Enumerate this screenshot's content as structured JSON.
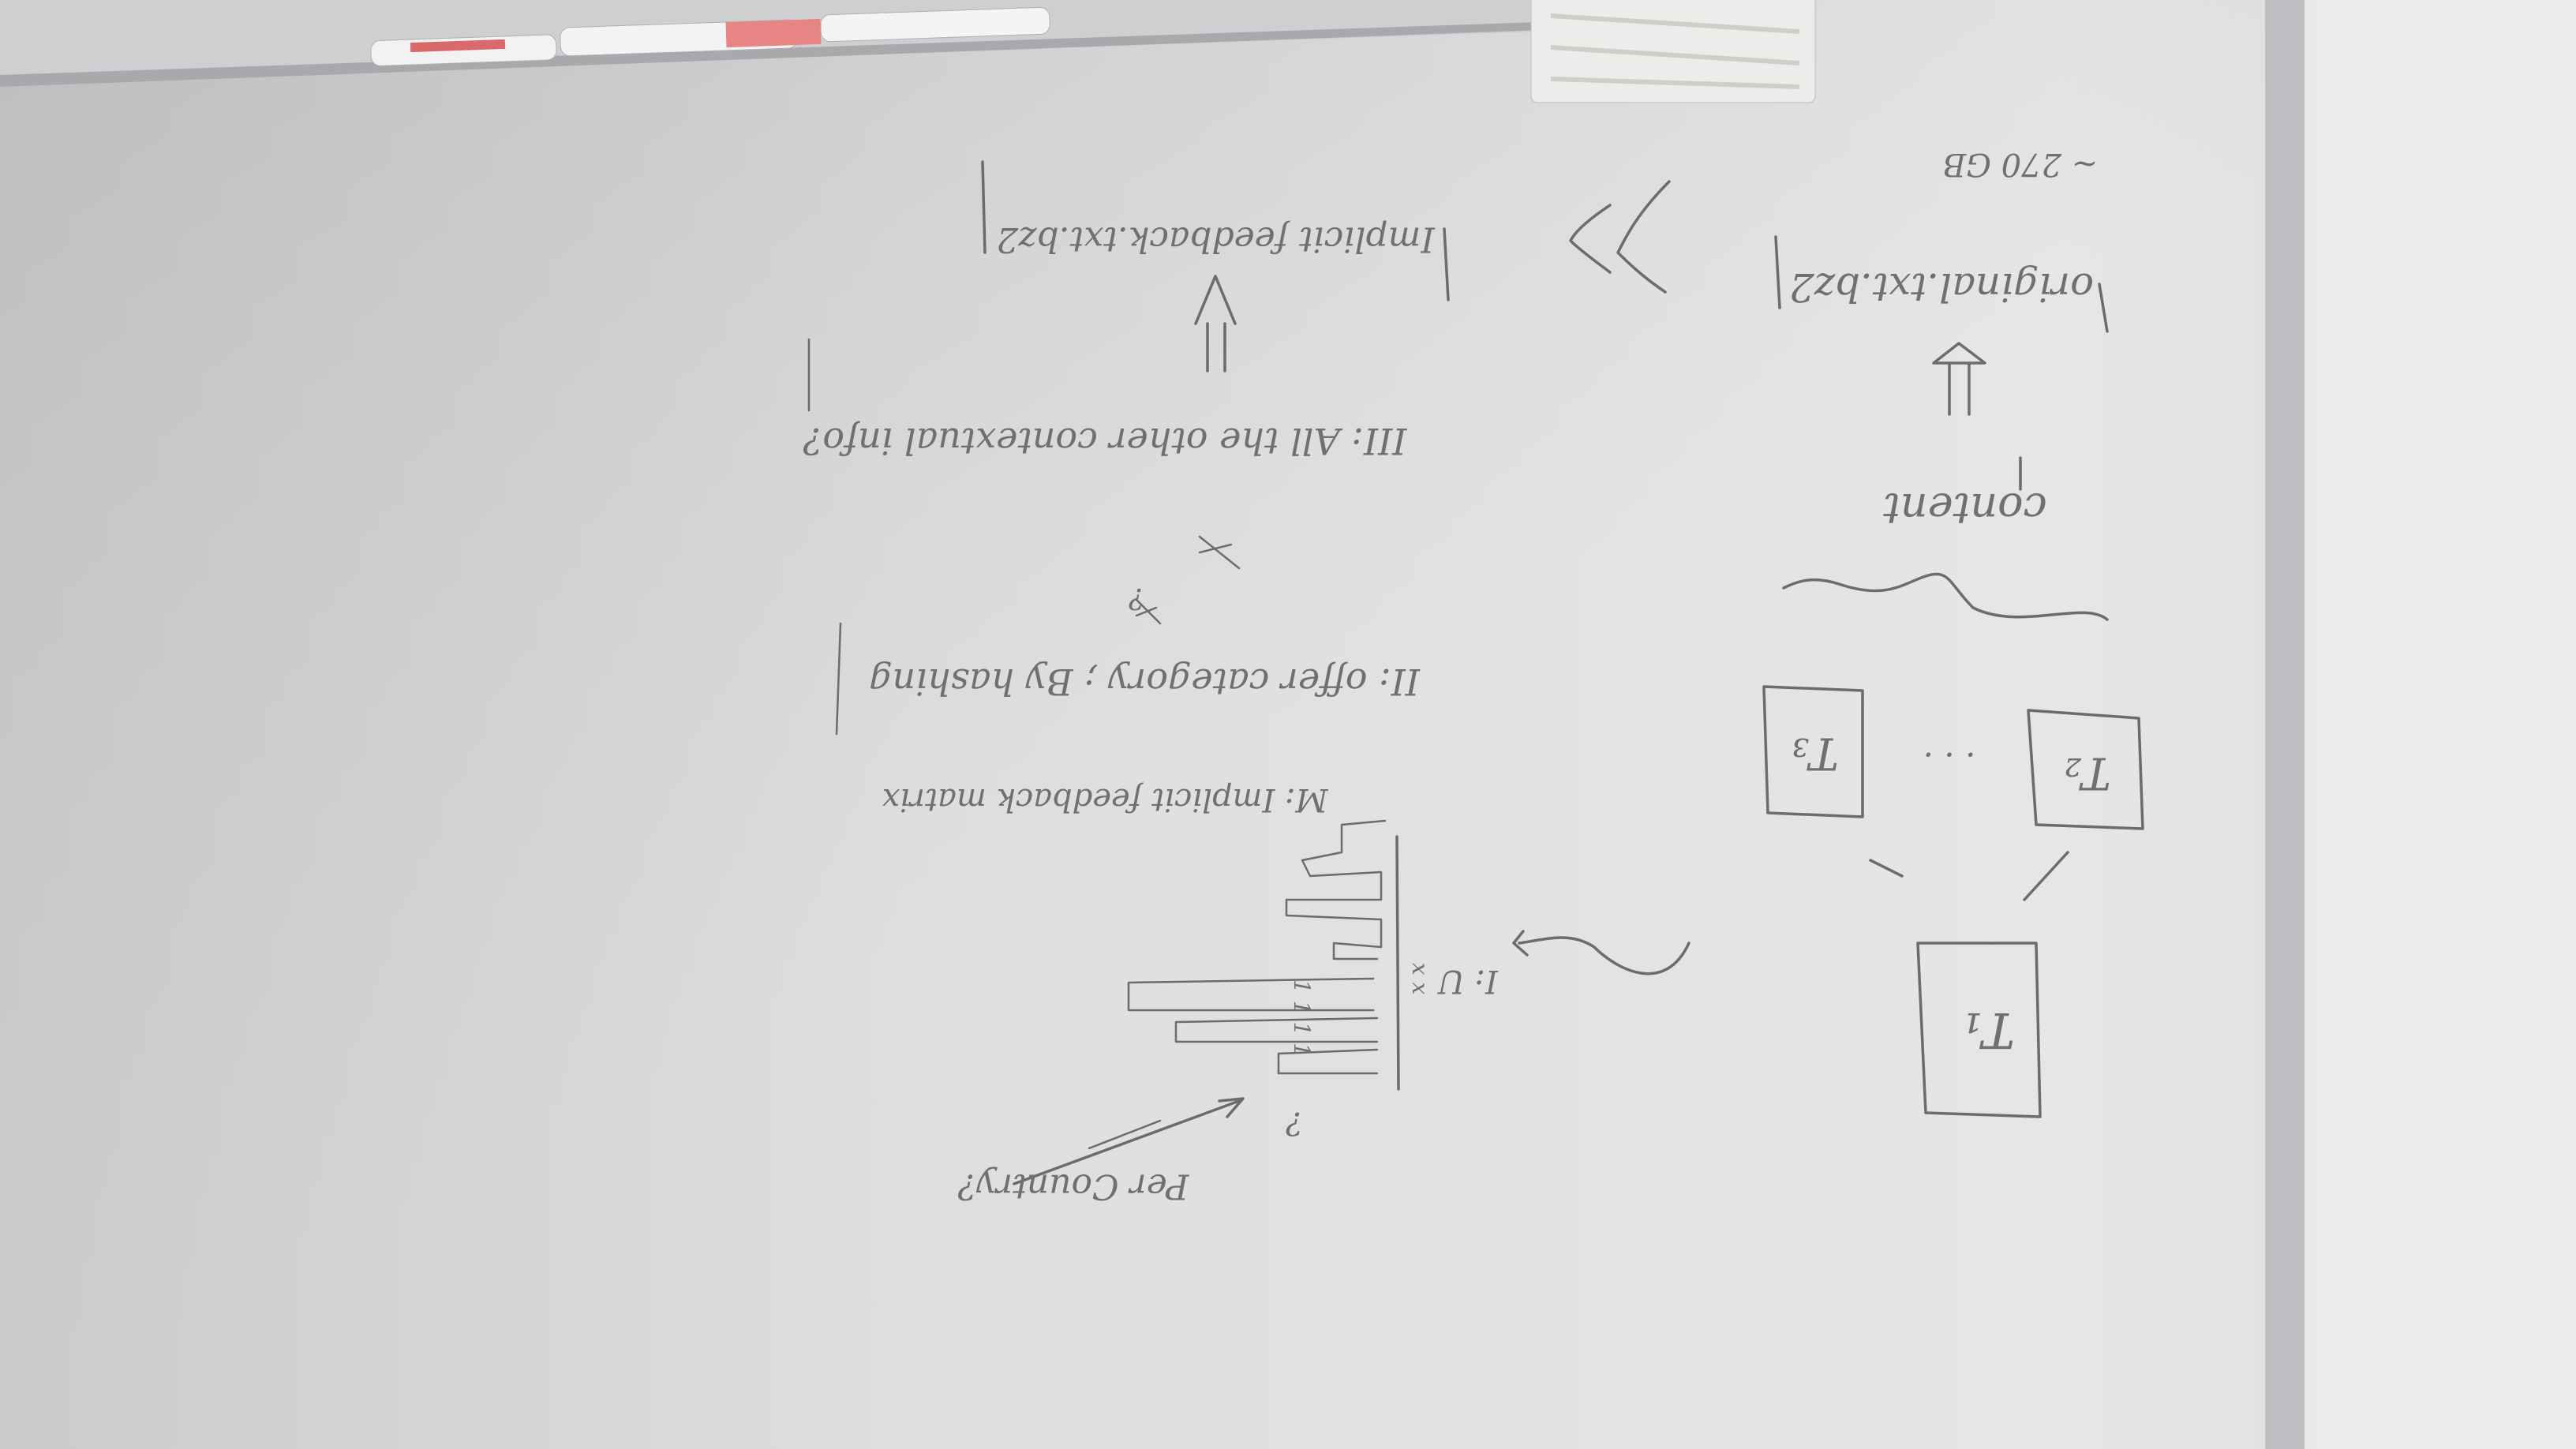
{
  "image": {
    "subject": "whiteboard"
  },
  "whiteboard": {
    "labels": {
      "t1": "T₁",
      "t2": "T₂",
      "t3": "T₃",
      "dots": ". . .",
      "content": "content",
      "original_box": "original.txt.bz2",
      "size": "~ 270 GB",
      "implicit_box": "Implicit feedback.txt.bz2",
      "item1": "I: U",
      "matrix": "M: Implicit feedback matrix",
      "item2": "II: offer category ; By hashing",
      "item3": "III: All the other contextual info?",
      "per_country": "Per Country?",
      "q1": "?",
      "q2": "?",
      "ones": "1 1 1 1",
      "xs": "x x"
    }
  }
}
